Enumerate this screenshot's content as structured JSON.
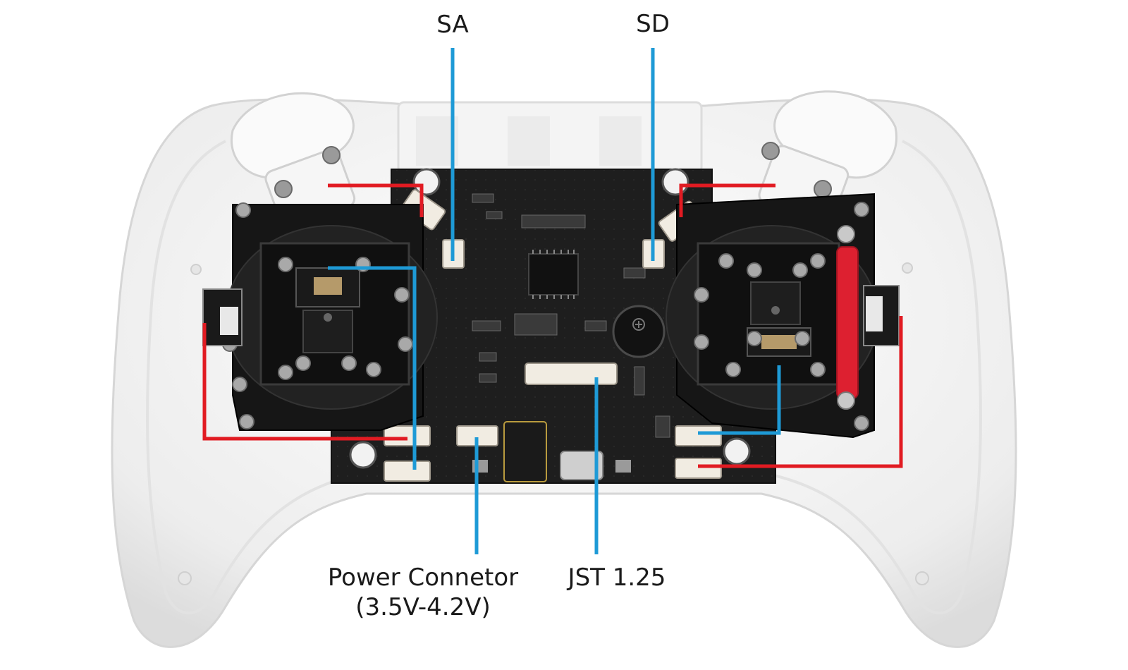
{
  "labels": {
    "top_left": "SA",
    "top_right": "SD",
    "bottom_left_line1": "Power Connetor",
    "bottom_left_line2": "(3.5V-4.2V)",
    "bottom_right": "JST 1.25"
  },
  "colors": {
    "callout_blue": "#1e9ad6",
    "callout_red": "#e11b22",
    "shell_white": "#f3f3f3",
    "pcb_black": "#1c1c1c"
  },
  "icons": {
    "pcb": "circuit-board-icon",
    "gimbal": "joystick-gimbal-icon",
    "buzzer": "buzzer-icon",
    "usb": "usb-c-port-icon"
  }
}
